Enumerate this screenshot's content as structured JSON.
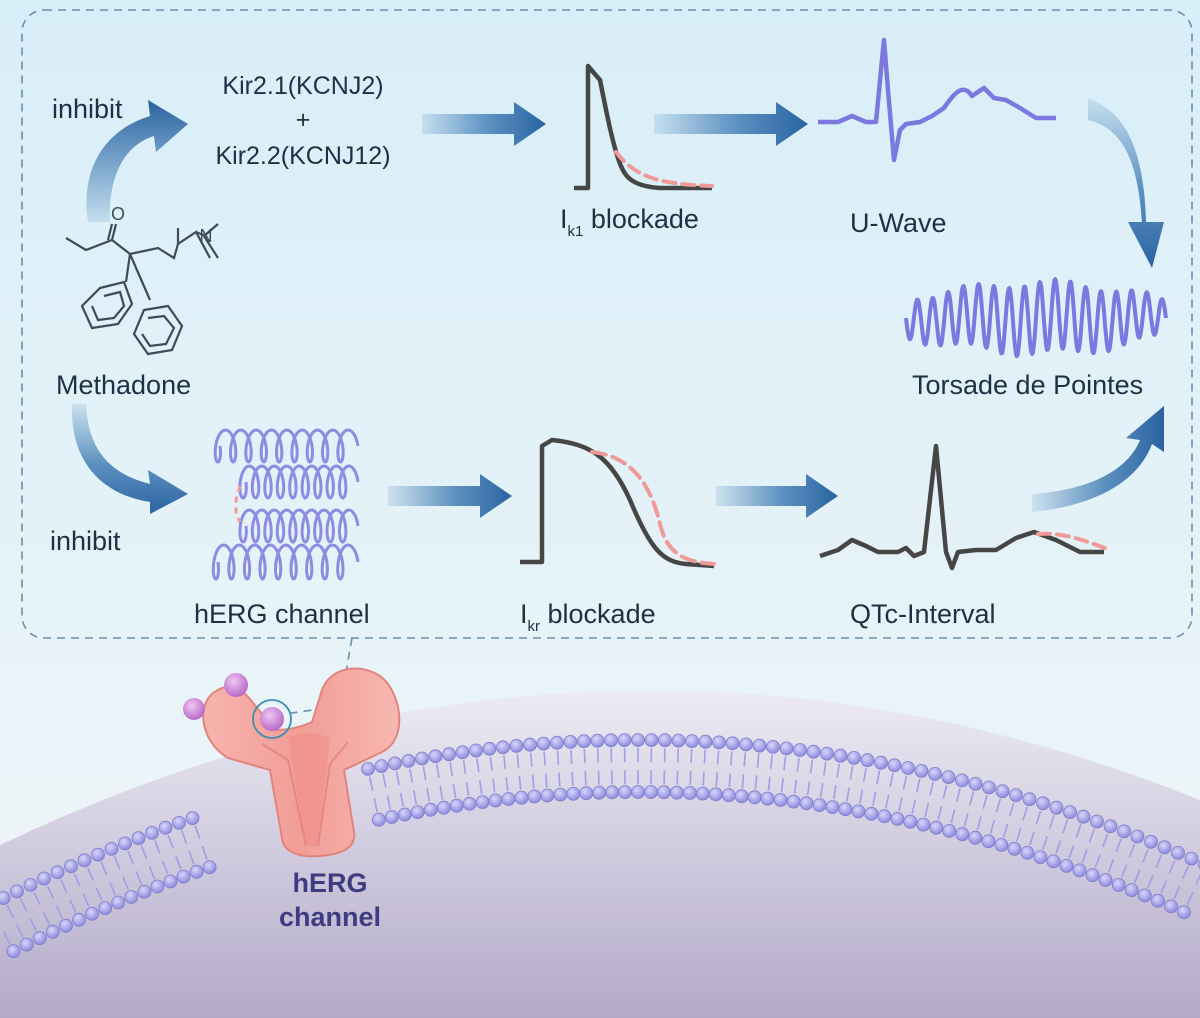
{
  "labels": {
    "inhibit_top": "inhibit",
    "inhibit_bottom": "inhibit",
    "kir21": "Kir2.1(KCNJ2)",
    "plus": "+",
    "kir22": "Kir2.2(KCNJ12)",
    "methadone": "Methadone",
    "ik1_main": "I",
    "ik1_sub": "k1",
    "ik1_rest": " blockade",
    "ikr_main": "I",
    "ikr_sub": "kr",
    "ikr_rest": " blockade",
    "u_wave": "U-Wave",
    "torsade": "Torsade de Pointes",
    "herg_channel": "hERG channel",
    "qtc": "QTc-Interval",
    "herg_membrane_1": "hERG",
    "herg_membrane_2": "channel",
    "molecule_o": "O",
    "molecule_n": "N"
  },
  "colors": {
    "background_top": "#dcf0f8",
    "membrane_lipid": "#9f9ee6",
    "arrow_blue": "#2f6fad",
    "ecg_purple": "#7b79e0",
    "trace_dark": "#474747",
    "blockade_pink": "#f09a98",
    "channel_pink": "#f3a49d",
    "ion_purple": "#c97fd3",
    "herg_text": "#3e3b80"
  }
}
